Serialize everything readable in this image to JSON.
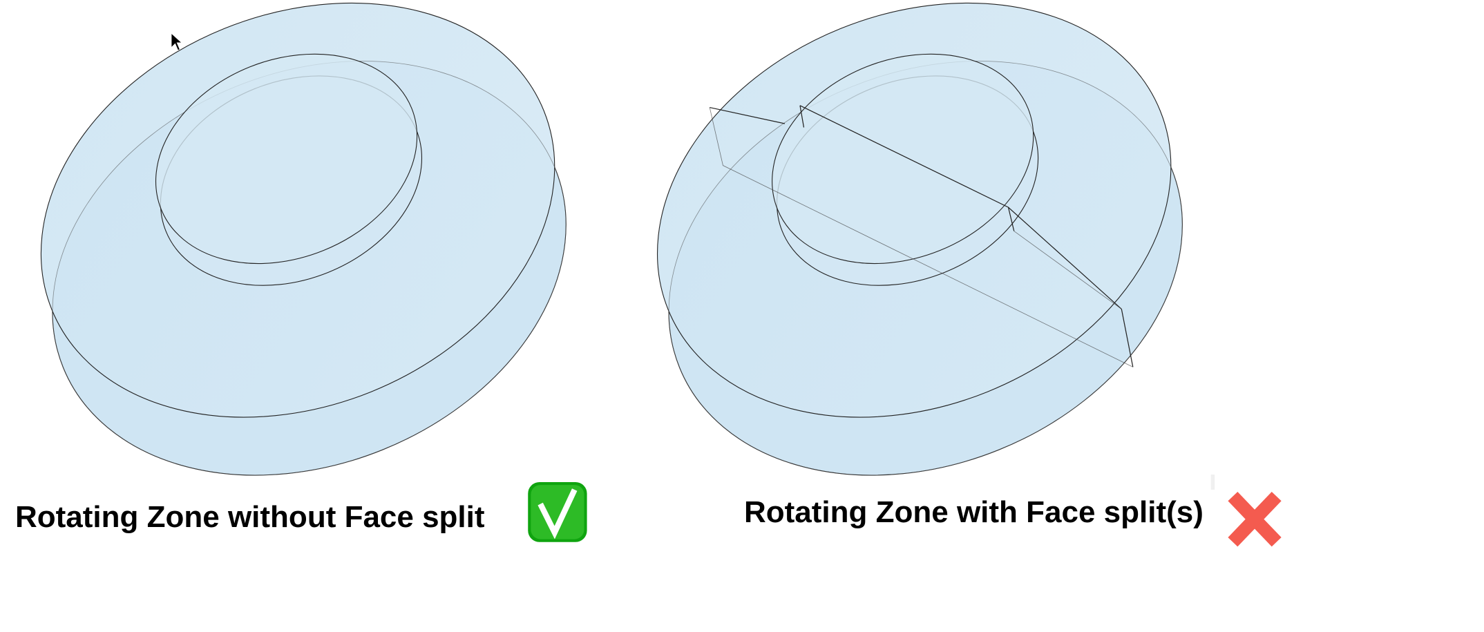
{
  "figure": {
    "left_panel": {
      "caption": "Rotating Zone without Face split",
      "status_icon": "check-mark-icon",
      "status": "valid"
    },
    "right_panel": {
      "caption": "Rotating Zone with Face split(s)",
      "status_icon": "cross-mark-icon",
      "status": "invalid"
    }
  },
  "colors": {
    "body_fill": "#cfe5f3",
    "edge": "#1a1a1a",
    "check_green": "#22b21f",
    "cross_red": "#f25a4e"
  }
}
